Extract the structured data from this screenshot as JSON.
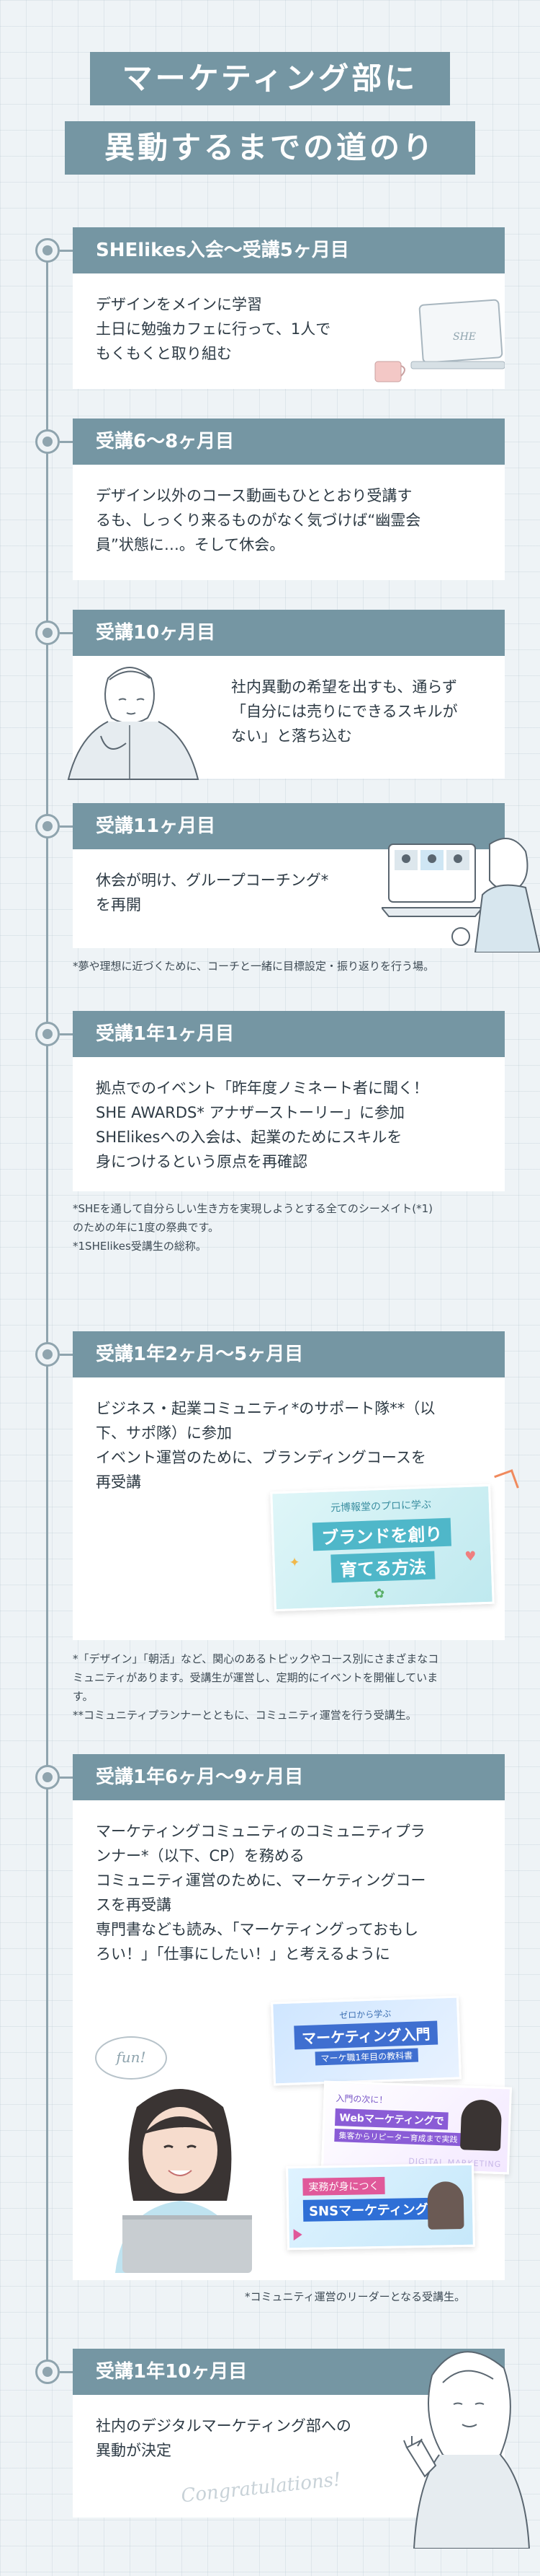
{
  "header": {
    "title_line1": "マーケティング部に",
    "title_line2": "異動するまでの道のり"
  },
  "steps": [
    {
      "title": "SHElikes入会〜受講5ヶ月目",
      "lines": [
        "デザインをメインに学習",
        "土日に勉強カフェに行って、1人で",
        "もくもくと取り組む"
      ],
      "laptop_label": "SHE"
    },
    {
      "title": "受講6〜8ヶ月目",
      "lines": [
        "デザイン以外のコース動画もひととおり受講す",
        "るも、しっくり来るものがなく気づけば“幽霊会",
        "員”状態に…。そして休会。"
      ]
    },
    {
      "title": "受講10ヶ月目",
      "lines": [
        "社内異動の希望を出すも、通らず",
        "「自分には売りにできるスキルが",
        "ない」と落ち込む"
      ]
    },
    {
      "title": "受講11ヶ月目",
      "lines": [
        "休会が明け、グループコーチング*",
        "を再開"
      ],
      "notes": [
        "*夢や理想に近づくために、コーチと一緒に目標設定・振り返りを行う場。"
      ]
    },
    {
      "title": "受講1年1ヶ月目",
      "lines": [
        "拠点でのイベント「昨年度ノミネート者に聞く！",
        "SHE AWARDS* アナザーストーリー」に参加",
        "SHElikesへの入会は、起業のためにスキルを",
        "身につけるという原点を再確認"
      ],
      "notes": [
        "*SHEを通して自分らしい生き方を実現しようとする全てのシーメイト(*1)",
        "のための年に1度の祭典です。",
        "*1SHElikes受講生の総称。"
      ]
    },
    {
      "title": "受講1年2ヶ月〜5ヶ月目",
      "lines": [
        "ビジネス・起業コミュニティ*のサポート隊**（以",
        "下、サポ隊）に参加",
        "イベント運営のために、ブランディングコースを",
        "再受講"
      ],
      "card": {
        "kicker": "元博報堂のプロに学ぶ",
        "line1": "ブランドを創り",
        "line2": "育てる方法"
      },
      "notes": [
        "*「デザイン」「朝活」など、関心のあるトピックやコース別にさまざまなコ",
        "ミュニティがあります。受講生が運営し、定期的にイベントを開催していま",
        "す。",
        "**コミュニティプランナーとともに、コミュニティ運営を行う受講生。"
      ]
    },
    {
      "title": "受講1年6ヶ月〜9ヶ月目",
      "lines": [
        "マーケティングコミュニティのコミュニティプラ",
        "ンナー*（以下、CP）を務める",
        "コミュニティ運営のために、マーケティングコー",
        "スを再受講",
        "専門書なども読み、「マーケティングっておもし",
        "ろい！」「仕事にしたい！」と考えるように"
      ],
      "fun_label": "fun!",
      "cards": [
        {
          "kicker": "ゼロから学ぶ",
          "title": "マーケティング入門",
          "sub": "マーケ職1年目の教科書"
        },
        {
          "kicker": "入門の次に！",
          "title": "Webマーケティングで",
          "sub": "集客からリピーター育成まで実践"
        },
        {
          "kicker": "実務が身につく",
          "title": "SNSマーケティング",
          "sub": ""
        }
      ],
      "card_watermark": "DIGITAL MARKETING",
      "notes": [
        "*コミュニティ運営のリーダーとなる受講生。"
      ]
    },
    {
      "title": "受講1年10ヶ月目",
      "lines": [
        "社内のデジタルマーケティング部への",
        "異動が決定"
      ],
      "script_text": "Congratulations!"
    }
  ],
  "colors": {
    "accent": "#7596a3",
    "background": "#eef3f6",
    "timeline": "#8fa4ae"
  }
}
